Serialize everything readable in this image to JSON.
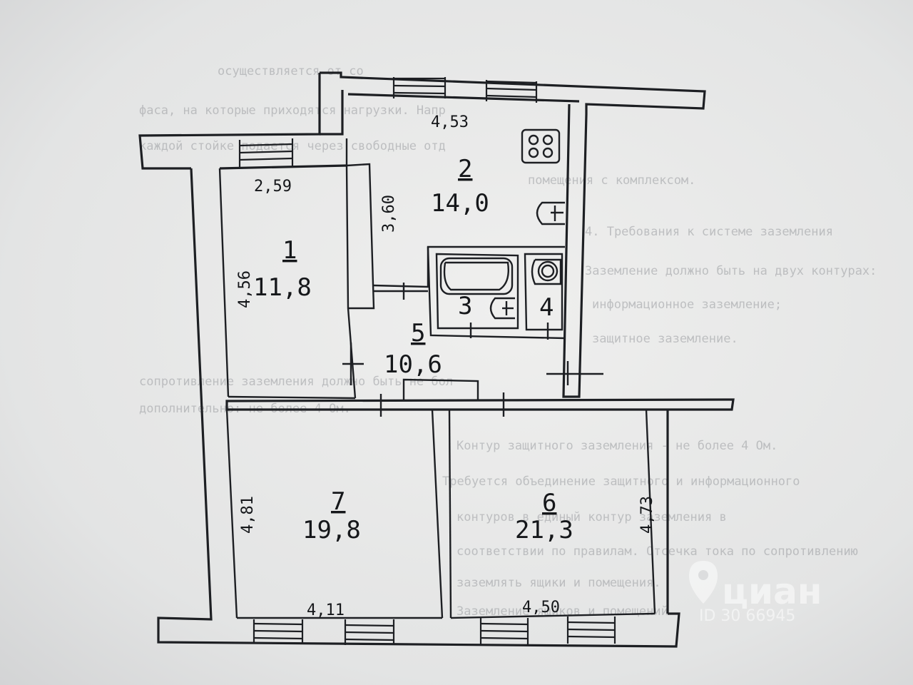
{
  "rooms": [
    {
      "id": "1",
      "number": "1",
      "area": "11,8"
    },
    {
      "id": "2",
      "number": "2",
      "area": "14,0"
    },
    {
      "id": "3",
      "number": "3",
      "area": ""
    },
    {
      "id": "4",
      "number": "4",
      "area": ""
    },
    {
      "id": "5",
      "number": "5",
      "area": "10,6"
    },
    {
      "id": "6",
      "number": "6",
      "area": "21,3"
    },
    {
      "id": "7",
      "number": "7",
      "area": "19,8"
    }
  ],
  "dimensions": {
    "d_453": "4,53",
    "d_259": "2,59",
    "d_360": "3,60",
    "d_456": "4,56",
    "d_481": "4,81",
    "d_473": "4,73",
    "d_411": "4,11",
    "d_450": "4,50"
  },
  "watermark": {
    "brand": "циан",
    "id_text": "ID 30 66945"
  },
  "background_text": [
    "осуществляется от со",
    "фаса, на которые приходятся нагрузки. Напр",
    "каждой стойке подается через свободные отд",
    "помещения с комплексом.",
    "4. Требования к системе заземления",
    "Заземление должно быть на двух контурах:",
    "информационное заземление;",
    "защитное заземление.",
    "сопротивление заземления должно быть не бол",
    "дополнительно: не более 4 Ом.",
    "Контур защитного заземления - не более 4 Ом.",
    "Требуется объединение защитного и информационного",
    "контуров в единый контур заземления в",
    "соответствии по правилам. Отсечка тока по сопротивлению",
    "заземлять ящики и помещения.",
    "Заземление ящиков и помещений"
  ],
  "colors": {
    "paper": "#e7e8e8",
    "ink": "#1d1f23",
    "ghost_text": "#9a9ca0"
  }
}
